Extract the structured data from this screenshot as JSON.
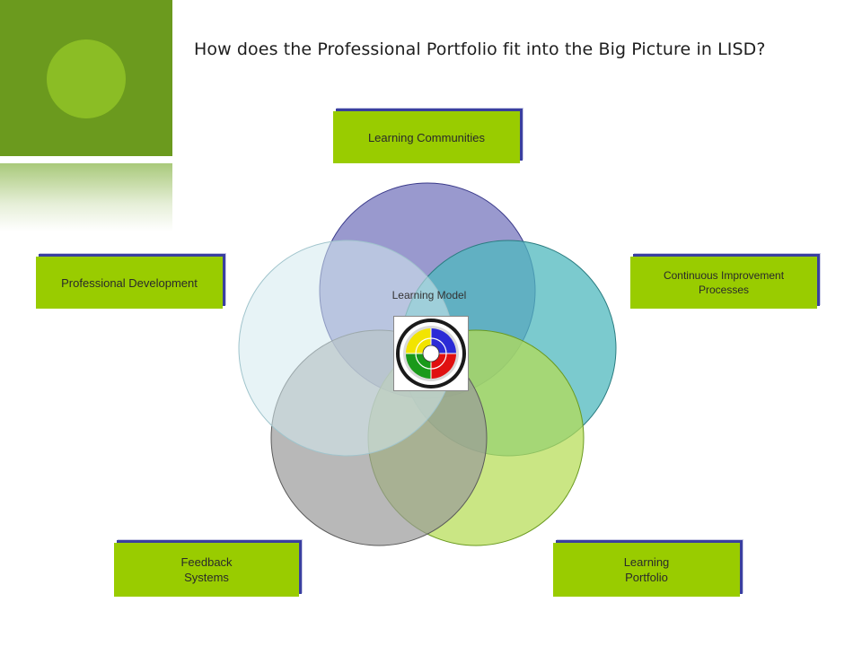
{
  "title": "How does the Professional Portfolio fit into the Big Picture in LISD?",
  "center_label": "Learning Model",
  "boxes": {
    "learning_communities": "Learning Communities",
    "professional_development": "Professional Development",
    "continuous_improvement": "Continuous Improvement\nProcesses",
    "feedback_systems": "Feedback\nSystems",
    "learning_portfolio": "Learning\nPortfolio"
  },
  "colors": {
    "accent_green": "#99cc00",
    "box_border": "#3a3fa0",
    "circle_top": "#8e8ec9",
    "circle_right": "#5cbfc4",
    "circle_bottom_right": "#bfe06a",
    "circle_bottom_left": "#a9a9a9",
    "circle_left": "#d8ebf0"
  }
}
